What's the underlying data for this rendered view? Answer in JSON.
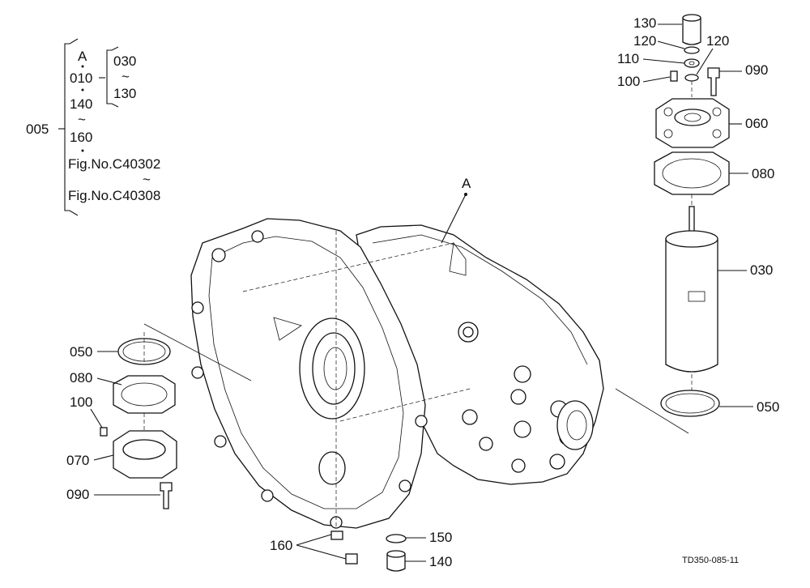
{
  "legend": {
    "main": "005",
    "sub": [
      "A",
      "010",
      "140",
      "160",
      "Fig.No.C40302",
      "Fig.No.C40308"
    ],
    "range_top": "030",
    "range_bottom": "130",
    "tilde": "~"
  },
  "ref_a": "A",
  "callouts": {
    "c130": "130",
    "c120a": "120",
    "c120b": "120",
    "c110": "110",
    "c100a": "100",
    "c090a": "090",
    "c060": "060",
    "c080a": "080",
    "c030": "030",
    "c050a": "050",
    "c050b": "050",
    "c080b": "080",
    "c100b": "100",
    "c070": "070",
    "c090b": "090",
    "c160": "160",
    "c150": "150",
    "c140": "140"
  },
  "drawing_code": "TD350-085-11"
}
